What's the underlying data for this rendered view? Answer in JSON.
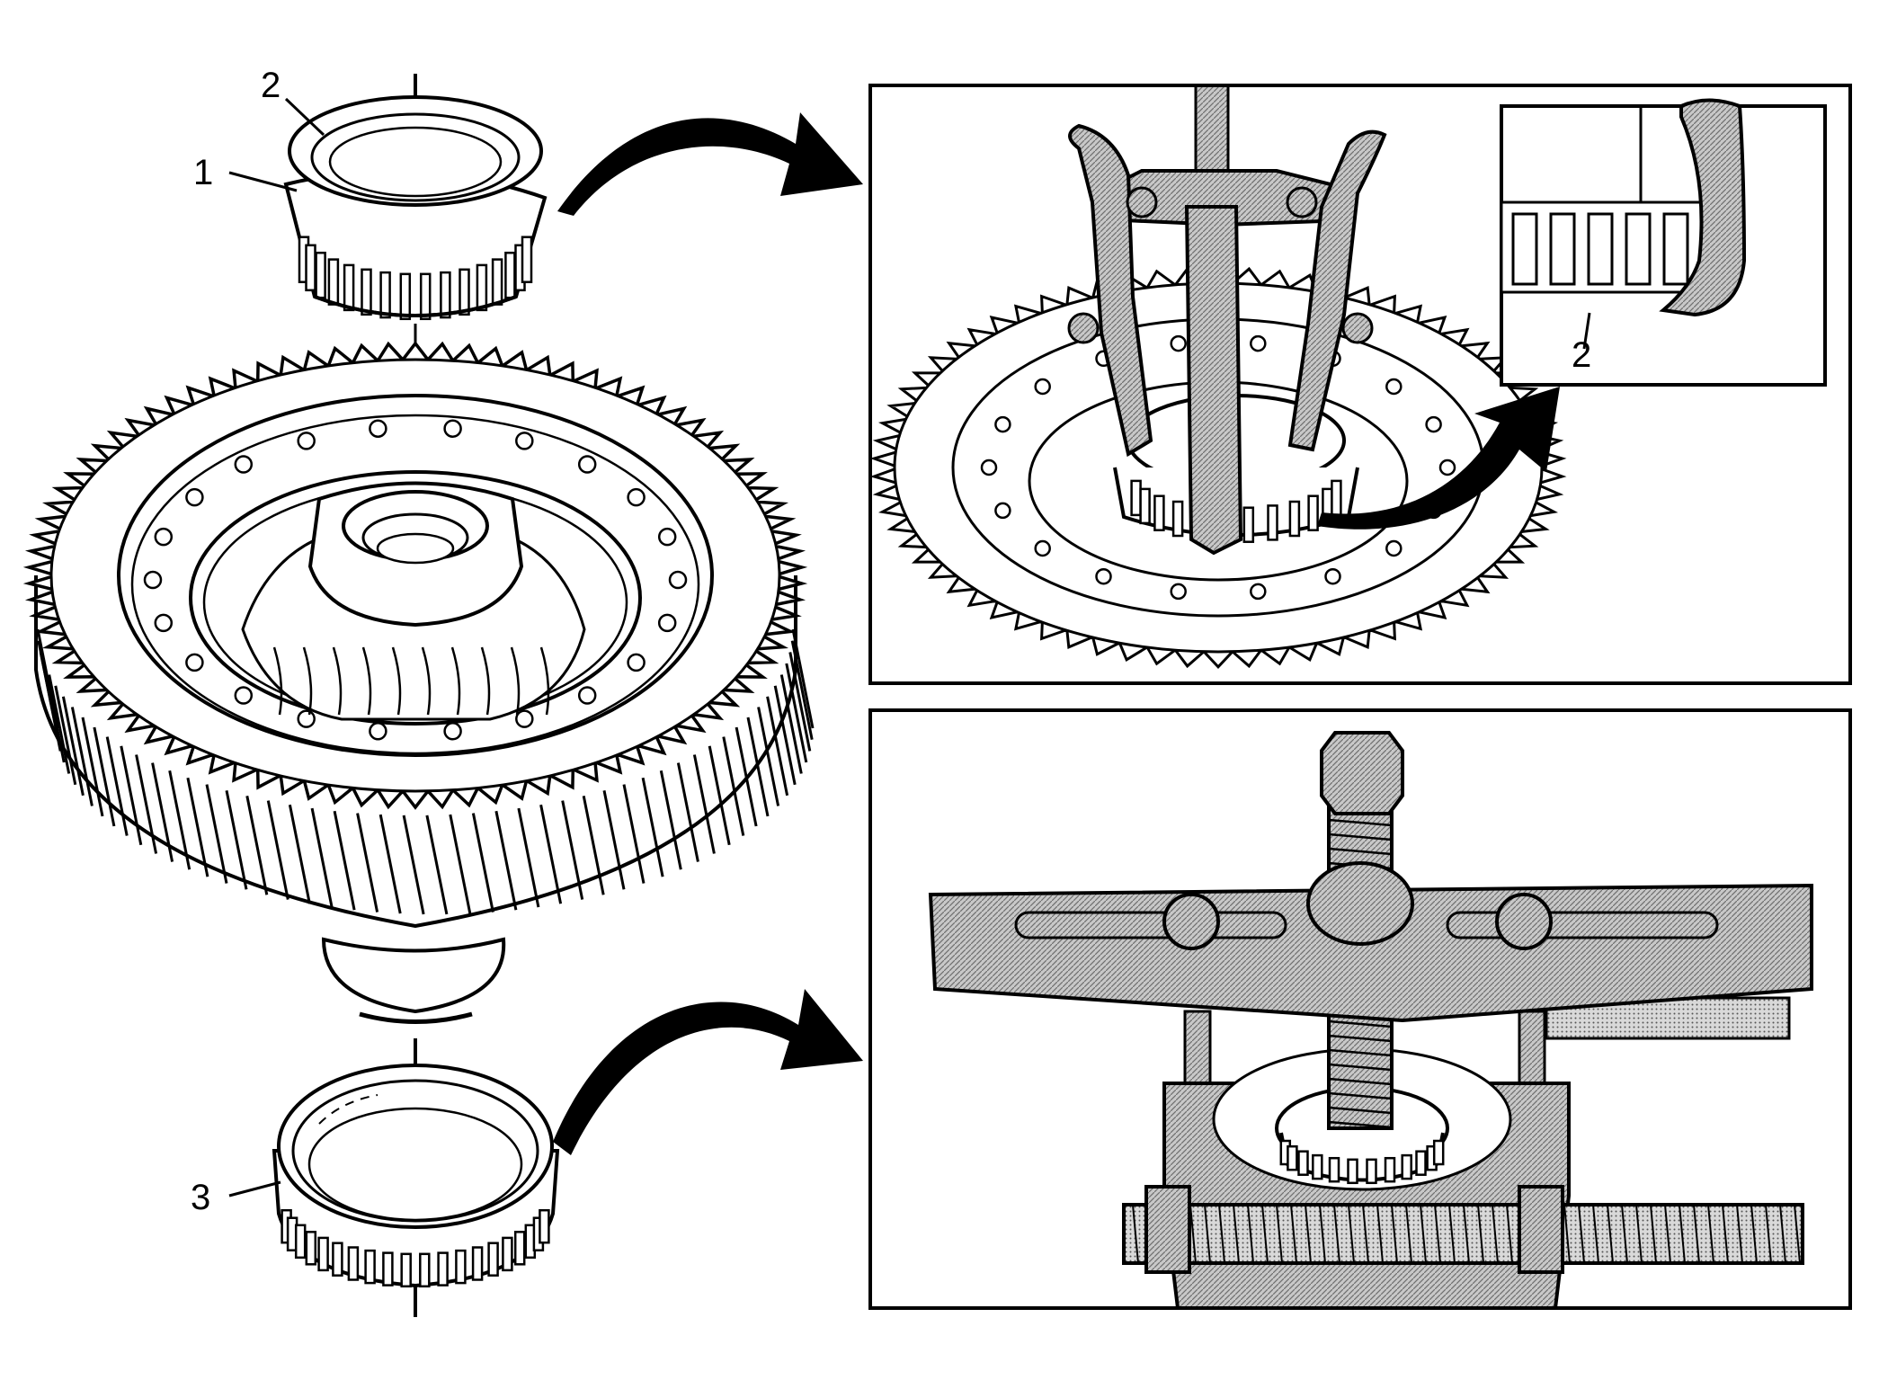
{
  "callouts": {
    "c1": "1",
    "c2": "2",
    "c3": "3",
    "detail_c2": "2"
  },
  "colors": {
    "ink": "#000000",
    "paper": "#ffffff",
    "hatch": "#bdbdbd"
  },
  "figure": {
    "components": [
      "differential-ring-gear",
      "upper-bearing",
      "lower-bearing",
      "three-jaw-puller-inset",
      "bearing-detail-inset",
      "press-plate-puller-inset"
    ]
  }
}
